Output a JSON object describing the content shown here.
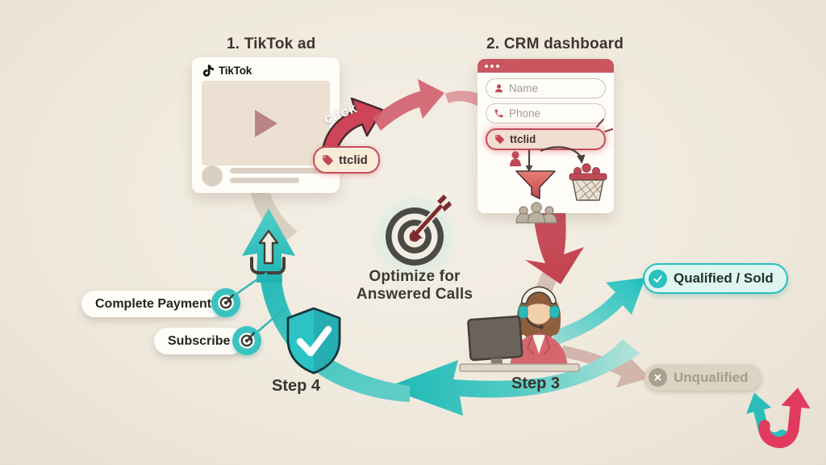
{
  "palette": {
    "background": "#efe9de",
    "crimson": "#c9485b",
    "teal": "#2abfbd",
    "mint_badge_bg": "#def6f0",
    "unqualified_bg": "#dcd3c2",
    "unqualified_text": "#a59c8a",
    "dark_text": "#3b3a34",
    "tiktok_black": "#141414"
  },
  "tiktok_ad": {
    "step_title": "1. TikTok ad",
    "brand": "TikTok"
  },
  "click_arrow": {
    "label": "click"
  },
  "ttclid_tag": {
    "label": "ttclid"
  },
  "crm": {
    "step_title": "2. CRM dashboard",
    "fields": [
      {
        "icon": "user-icon",
        "label": "Name"
      },
      {
        "icon": "phone-icon",
        "label": "Phone"
      },
      {
        "icon": "tag-icon",
        "label": "ttclid"
      }
    ]
  },
  "goal": {
    "line1": "Optimize for",
    "line2": "Answered Calls"
  },
  "outcomes": {
    "qualified": {
      "label": "Qualified / Sold"
    },
    "unqualified": {
      "label": "Unqualified"
    }
  },
  "steps": {
    "step3": {
      "label": "Step 3"
    },
    "step4": {
      "label": "Step 4"
    }
  },
  "actions": [
    {
      "label": "Complete Payment"
    },
    {
      "label": "Subscribe"
    }
  ]
}
